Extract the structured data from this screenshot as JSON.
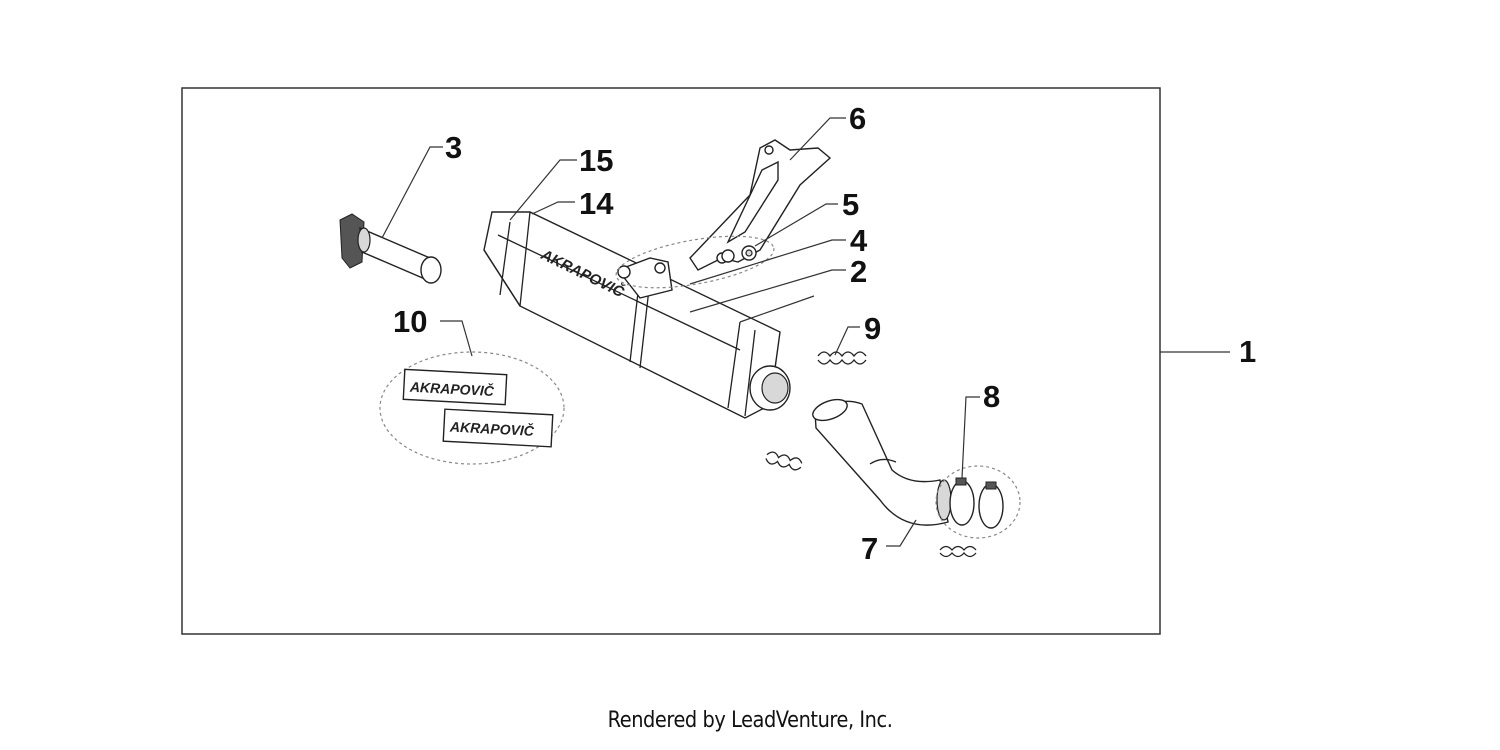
{
  "callouts": {
    "c1": "1",
    "c2": "2",
    "c3": "3",
    "c4": "4",
    "c5": "5",
    "c6": "6",
    "c7": "7",
    "c8": "8",
    "c9": "9",
    "c10": "10",
    "c14": "14",
    "c15": "15"
  },
  "logo_text": "AKRAPOVIČ",
  "footer": {
    "credit": "Rendered by LeadVenture, Inc."
  }
}
